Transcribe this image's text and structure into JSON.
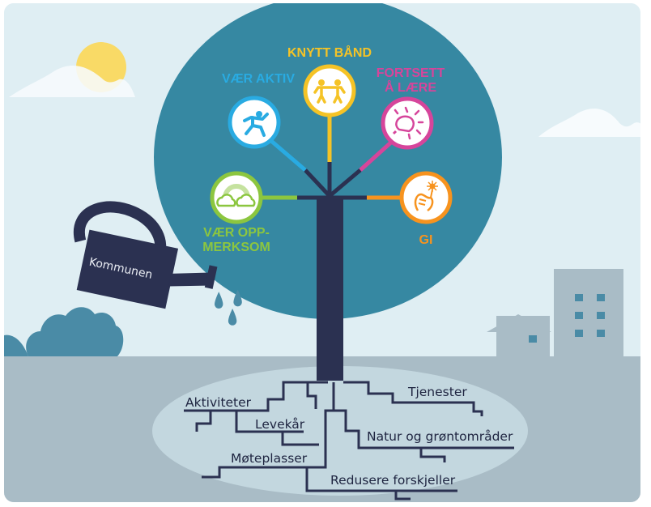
{
  "colors": {
    "sky": "#dfeef3",
    "ground": "#a9bcc6",
    "root_zone": "#c3d7df",
    "crown": "#3688a2",
    "trunk": "#2b3151",
    "sun": "#f9da66",
    "bush": "#4a8ba6",
    "building": "#a9bcc6",
    "window": "#4a8ba6"
  },
  "watering_can": {
    "label": "Kommunen",
    "icon": "watering-can-icon"
  },
  "branches": [
    {
      "id": "vaer-aktiv",
      "label_lines": [
        "VÆR AKTIV"
      ],
      "color": "#29abe2",
      "icon": "running-person-icon"
    },
    {
      "id": "knytt-band",
      "label_lines": [
        "KNYTT BÅND"
      ],
      "color": "#f5c326",
      "icon": "two-people-icon"
    },
    {
      "id": "fortsett-a-laere",
      "label_lines": [
        "FORTSETT",
        "Å LÆRE"
      ],
      "color": "#d6459b",
      "icon": "lightbulb-icon"
    },
    {
      "id": "vaer-oppmerksom",
      "label_lines": [
        "VÆR OPP-",
        "MERKSOM"
      ],
      "color": "#8cc63f",
      "icon": "clouds-rainbow-icon"
    },
    {
      "id": "gi",
      "label_lines": [
        "GI"
      ],
      "color": "#f7931e",
      "icon": "giving-hand-icon"
    }
  ],
  "roots": [
    {
      "label": "Aktiviteter"
    },
    {
      "label": "Levekår"
    },
    {
      "label": "Møteplasser"
    },
    {
      "label": "Tjenester"
    },
    {
      "label": "Natur og grøntområder"
    },
    {
      "label": "Redusere forskjeller"
    }
  ]
}
